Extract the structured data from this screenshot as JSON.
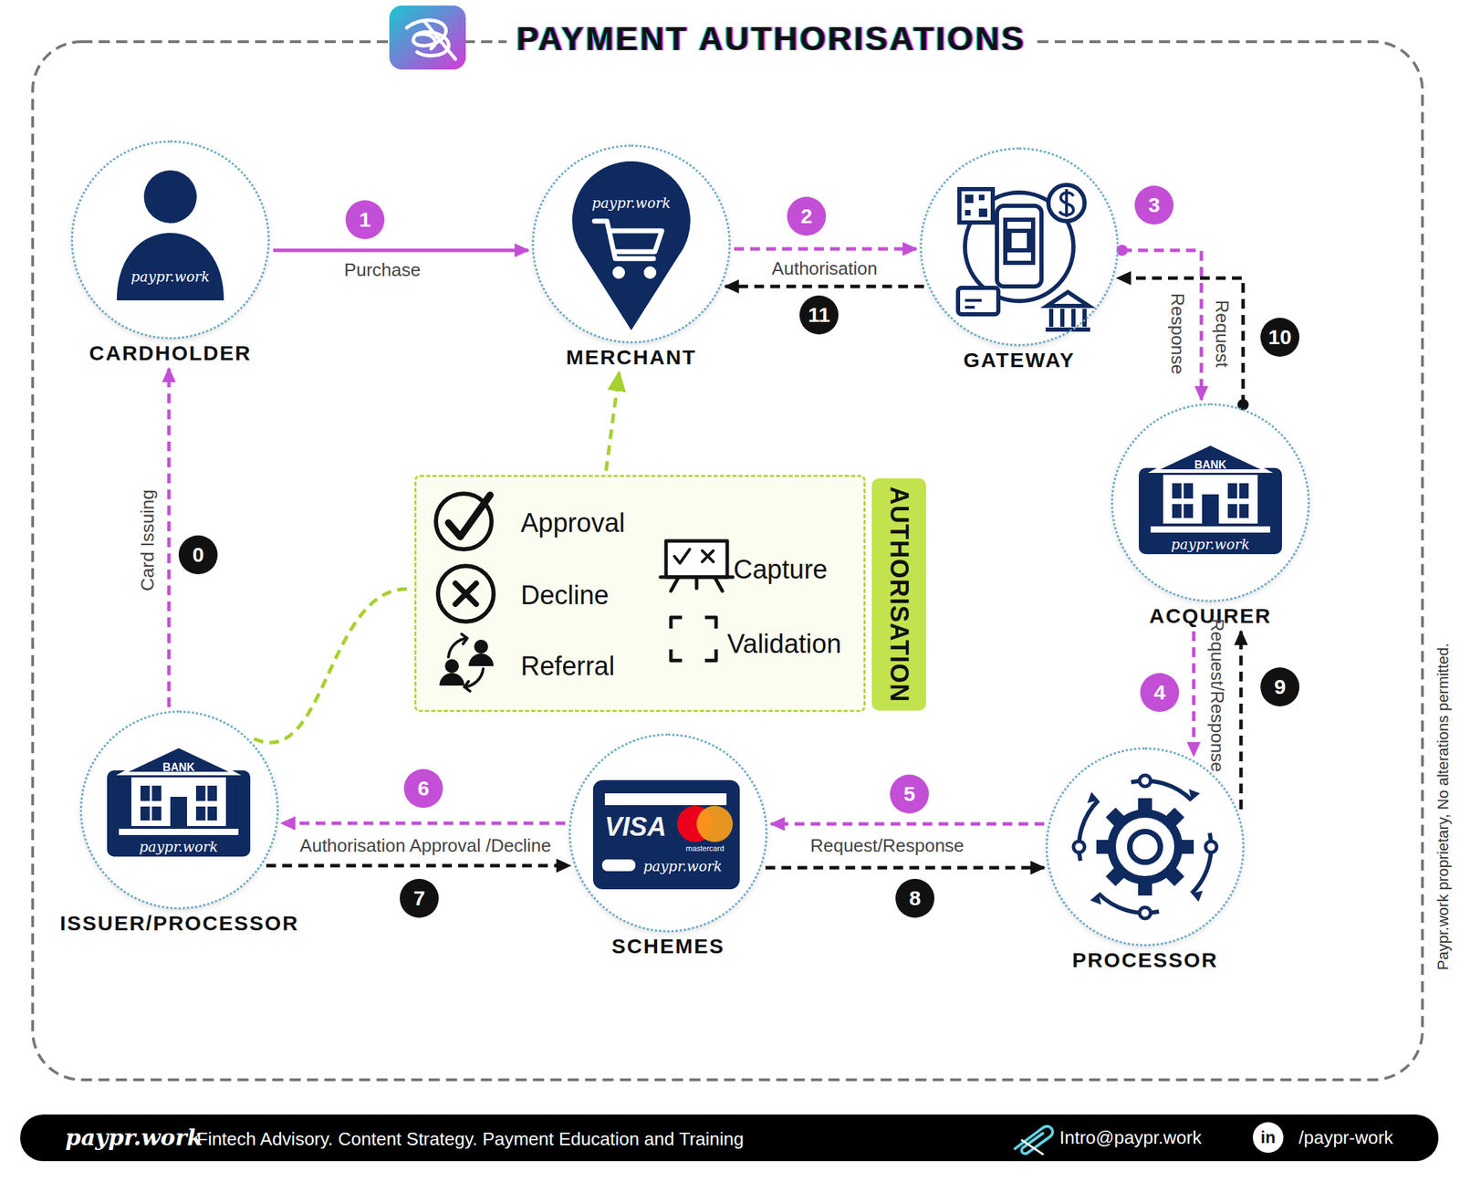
{
  "diagram": {
    "title": "PAYMENT AUTHORISATIONS",
    "nodes": [
      {
        "text": [
          "CARDHOLDER"
        ]
      },
      {
        "text": [
          "MERCHANT"
        ]
      },
      {
        "text": [
          "GATEWAY"
        ]
      },
      {
        "text": [
          "ACQUIRER"
        ]
      },
      {
        "text": [
          "PROCESSOR"
        ]
      },
      {
        "text": [
          "SCHEMES"
        ]
      },
      {
        "text": [
          "ISSUER/PROCESSOR"
        ]
      },
      {
        "text": [
          "Approval",
          "Decline",
          "Referral",
          "Capture",
          "Validation"
        ]
      },
      {
        "text": [
          "AUTHORISATION"
        ]
      }
    ],
    "edges": [
      {
        "from": 0,
        "to": 1,
        "label": "Purchase",
        "arrow": "to"
      },
      {
        "from": 1,
        "to": 2,
        "label": "Authorisation",
        "arrow": "to"
      },
      {
        "from": 2,
        "to": 1,
        "arrow": "to"
      },
      {
        "from": 2,
        "to": 3,
        "label": "Request",
        "arrow": "to"
      },
      {
        "from": 3,
        "to": 2,
        "label": "Response",
        "arrow": "to"
      },
      {
        "from": 3,
        "to": 4,
        "label": "Request/Response",
        "arrow": "to"
      },
      {
        "from": 4,
        "to": 3,
        "arrow": "to"
      },
      {
        "from": 4,
        "to": 5,
        "label": "Request/Response",
        "arrow": "to"
      },
      {
        "from": 5,
        "to": 4,
        "arrow": "to"
      },
      {
        "from": 5,
        "to": 6,
        "label": "Authorisation Approval /Decline",
        "arrow": "to"
      },
      {
        "from": 6,
        "to": 5,
        "arrow": "to"
      },
      {
        "from": 6,
        "to": 0,
        "label": "Card Issuing",
        "arrow": "to"
      },
      {
        "from": 6,
        "to": 7,
        "arrow": "none"
      },
      {
        "from": 7,
        "to": 1,
        "arrow": "to"
      }
    ],
    "labels": [
      "1",
      "2",
      "11",
      "3",
      "10",
      "4",
      "9",
      "5",
      "8",
      "6",
      "7",
      "0",
      "paypr.work",
      "paypr.work",
      "BANK",
      "paypr.work",
      "VISA",
      "mastercard",
      "paypr.work",
      "BANK",
      "paypr.work",
      "paypr.work",
      "Fintech Advisory. Content Strategy. Payment Education and Training",
      "Intro@paypr.work",
      "in",
      "/paypr-work",
      "Paypr.work proprietary, No alterations permitted."
    ]
  }
}
